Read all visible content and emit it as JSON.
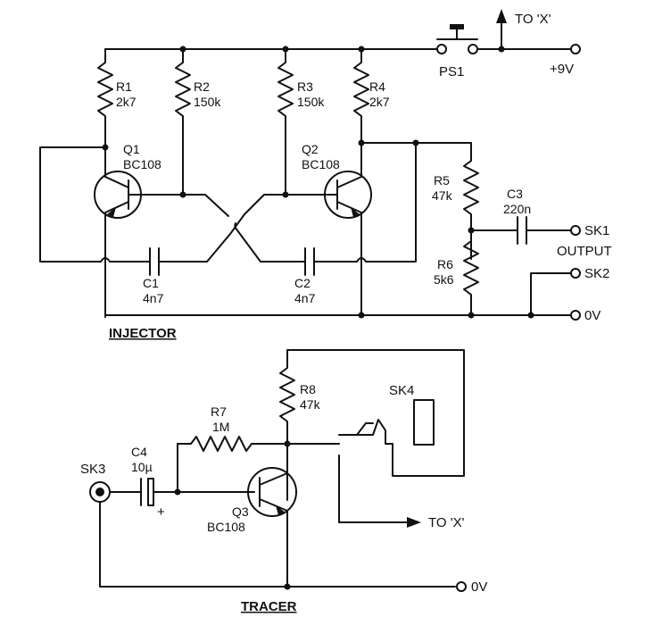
{
  "injector": {
    "heading": "INJECTOR",
    "r1": {
      "ref": "R1",
      "value": "2k7"
    },
    "r2": {
      "ref": "R2",
      "value": "150k"
    },
    "r3": {
      "ref": "R3",
      "value": "150k"
    },
    "r4": {
      "ref": "R4",
      "value": "2k7"
    },
    "r5": {
      "ref": "R5",
      "value": "47k"
    },
    "r6": {
      "ref": "R6",
      "value": "5k6"
    },
    "q1": {
      "ref": "Q1",
      "type": "BC108"
    },
    "q2": {
      "ref": "Q2",
      "type": "BC108"
    },
    "c1": {
      "ref": "C1",
      "value": "4n7"
    },
    "c2": {
      "ref": "C2",
      "value": "4n7"
    },
    "c3": {
      "ref": "C3",
      "value": "220n"
    },
    "ps1": "PS1",
    "to_x": "TO 'X'",
    "supply": "+9V",
    "sk1": "SK1",
    "output": "OUTPUT",
    "sk2": "SK2",
    "ground": "0V"
  },
  "tracer": {
    "heading": "TRACER",
    "sk3": "SK3",
    "c4": {
      "ref": "C4",
      "value": "10µ",
      "polarity": "+"
    },
    "r7": {
      "ref": "R7",
      "value": "1M"
    },
    "r8": {
      "ref": "R8",
      "value": "47k"
    },
    "q3": {
      "ref": "Q3",
      "type": "BC108"
    },
    "sk4": "SK4",
    "to_x": "TO 'X'",
    "ground": "0V"
  }
}
